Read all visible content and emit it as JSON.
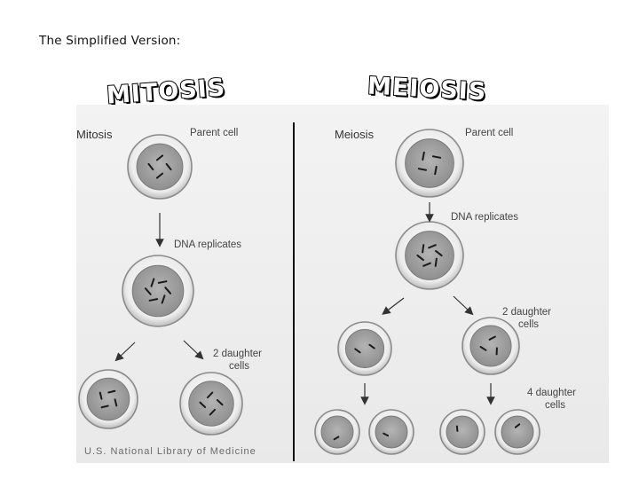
{
  "caption": "The Simplified Version:",
  "titles": {
    "mitosis": "MITOSIS",
    "meiosis": "MEIOSIS"
  },
  "mitosis_panel": {
    "header": "Mitosis",
    "parent_label": "Parent cell",
    "replicate_label": "DNA replicates",
    "daughters_label_line1": "2 daughter",
    "daughters_label_line2": "cells"
  },
  "meiosis_panel": {
    "header": "Meiosis",
    "parent_label": "Parent cell",
    "replicate_label": "DNA replicates",
    "daughters_label_line1": "2 daughter",
    "daughters_label_line2": "cells",
    "final_label_line1": "4 daughter",
    "final_label_line2": "cells"
  },
  "credit": "U.S. National Library of Medicine",
  "colors": {
    "cell_outer": "#e6e6e6",
    "cell_ring": "#8a8a8a",
    "nucleus": "#9a9a9a",
    "chromosome": "#1a1a1a"
  }
}
